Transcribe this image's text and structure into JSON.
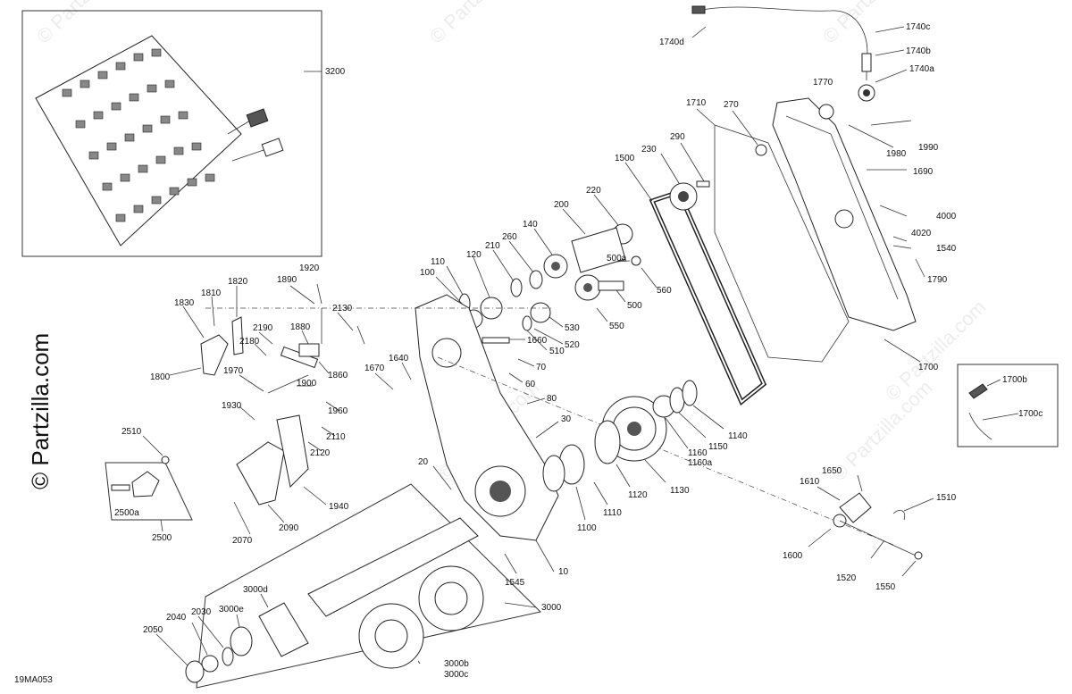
{
  "diagram_code": "19MA053",
  "watermark": "© Partzilla.com",
  "labels": {
    "l3200": "3200",
    "l1740d": "1740d",
    "l1740c": "1740c",
    "l1740b": "1740b",
    "l1740a": "1740a",
    "l1770": "1770",
    "l1710": "1710",
    "l270": "270",
    "l290": "290",
    "l230": "230",
    "l1990": "1990",
    "l1980": "1980",
    "l1690": "1690",
    "l4000": "4000",
    "l4020": "4020",
    "l1540": "1540",
    "l1790": "1790",
    "l1500": "1500",
    "l220": "220",
    "l200": "200",
    "l140": "140",
    "l260": "260",
    "l210": "210",
    "l120": "120",
    "l110": "110",
    "l100": "100",
    "l500a": "500a",
    "l500": "500",
    "l560": "560",
    "l550": "550",
    "l530": "530",
    "l520": "520",
    "l510": "510",
    "l1660": "1660",
    "l70": "70",
    "l60": "60",
    "l80": "80",
    "l1640": "1640",
    "l1670": "1670",
    "l1920": "1920",
    "l1890": "1890",
    "l1820": "1820",
    "l1810": "1810",
    "l1830": "1830",
    "l2130": "2130",
    "l2190": "2190",
    "l1880": "1880",
    "l2180": "2180",
    "l1860": "1860",
    "l1800": "1800",
    "l1970": "1970",
    "l1900": "1900",
    "l1930": "1930",
    "l1960": "1960",
    "l2110": "2110",
    "l2120": "2120",
    "l1940": "1940",
    "l2090": "2090",
    "l2070": "2070",
    "l2510": "2510",
    "l2500a": "2500a",
    "l2500": "2500",
    "l20": "20",
    "l30": "30",
    "l1100": "1100",
    "l1110": "1110",
    "l1120": "1120",
    "l1130": "1130",
    "l1140": "1140",
    "l1150": "1150",
    "l1160": "1160",
    "l1160a": "1160a",
    "l1700": "1700",
    "l1700b": "1700b",
    "l1700c": "1700c",
    "l1650": "1650",
    "l1610": "1610",
    "l1510": "1510",
    "l1600": "1600",
    "l1520": "1520",
    "l1550": "1550",
    "l1545": "1545",
    "l10": "10",
    "l3000": "3000",
    "l3000d": "3000d",
    "l3000e": "3000e",
    "l3000b": "3000b",
    "l3000c": "3000c",
    "l2040": "2040",
    "l2030": "2030",
    "l2050": "2050"
  }
}
